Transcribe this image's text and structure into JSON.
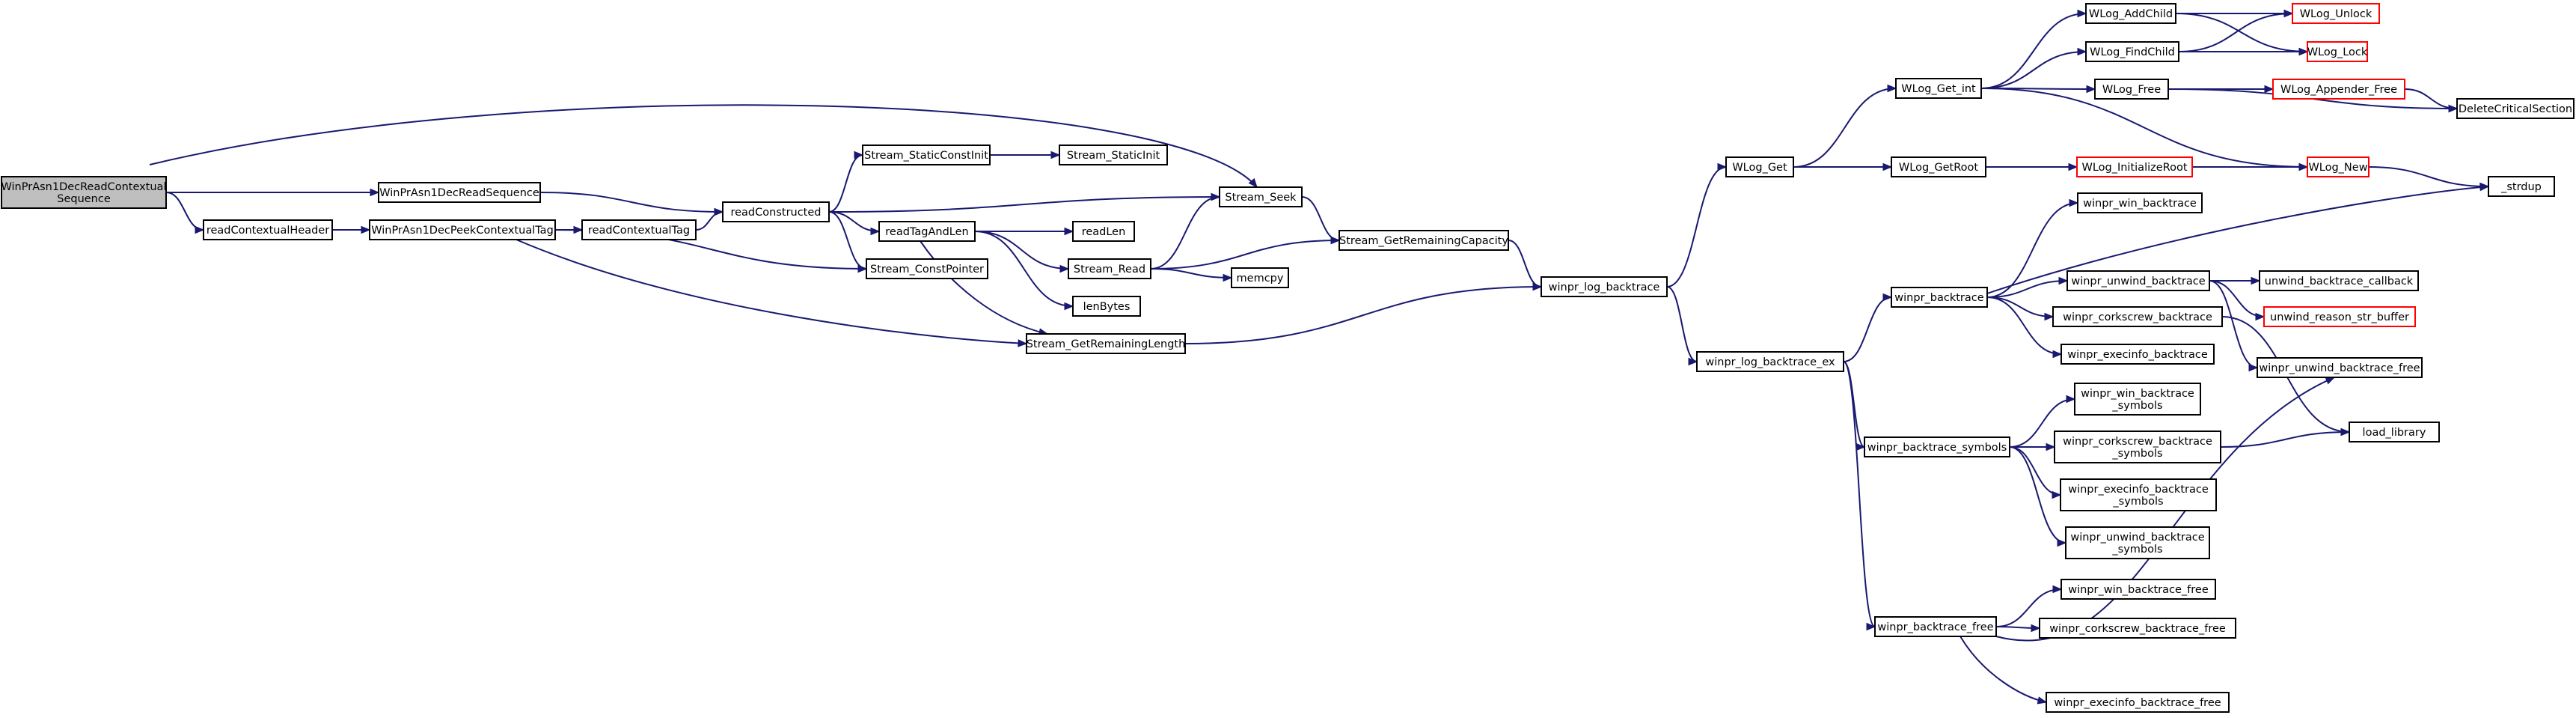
{
  "colors": {
    "edge": "#191970",
    "node_border": "#000000",
    "node_fill": "#ffffff",
    "root_fill": "#bfbfbf",
    "truncated_border": "#ff0000"
  },
  "nodes": [
    {
      "id": "root",
      "lines": [
        "WinPrAsn1DecReadContextual",
        "Sequence"
      ],
      "style": "root"
    },
    {
      "id": "readSeq",
      "lines": [
        "WinPrAsn1DecReadSequence"
      ]
    },
    {
      "id": "readCtxHdr",
      "lines": [
        "readContextualHeader"
      ]
    },
    {
      "id": "peekCtxTag",
      "lines": [
        "WinPrAsn1DecPeekContextualTag"
      ]
    },
    {
      "id": "readCtxTag",
      "lines": [
        "readContextualTag"
      ]
    },
    {
      "id": "readConstructed",
      "lines": [
        "readConstructed"
      ]
    },
    {
      "id": "staticConstInit",
      "lines": [
        "Stream_StaticConstInit"
      ]
    },
    {
      "id": "staticInit",
      "lines": [
        "Stream_StaticInit"
      ]
    },
    {
      "id": "readTagAndLen",
      "lines": [
        "readTagAndLen"
      ]
    },
    {
      "id": "readLen",
      "lines": [
        "readLen"
      ]
    },
    {
      "id": "streamRead",
      "lines": [
        "Stream_Read"
      ]
    },
    {
      "id": "memcpy",
      "lines": [
        "memcpy"
      ]
    },
    {
      "id": "lenBytes",
      "lines": [
        "lenBytes"
      ]
    },
    {
      "id": "constPointer",
      "lines": [
        "Stream_ConstPointer"
      ]
    },
    {
      "id": "remLength",
      "lines": [
        "Stream_GetRemainingLength"
      ]
    },
    {
      "id": "seek",
      "lines": [
        "Stream_Seek"
      ]
    },
    {
      "id": "remCapacity",
      "lines": [
        "Stream_GetRemainingCapacity"
      ]
    },
    {
      "id": "logBacktrace",
      "lines": [
        "winpr_log_backtrace"
      ]
    },
    {
      "id": "logBacktraceEx",
      "lines": [
        "winpr_log_backtrace_ex"
      ]
    },
    {
      "id": "wlogGet",
      "lines": [
        "WLog_Get"
      ]
    },
    {
      "id": "wlogGetInt",
      "lines": [
        "WLog_Get_int"
      ]
    },
    {
      "id": "wlogGetRoot",
      "lines": [
        "WLog_GetRoot"
      ]
    },
    {
      "id": "wlogInitRoot",
      "lines": [
        "WLog_InitializeRoot"
      ],
      "style": "truncated"
    },
    {
      "id": "wlogAddChild",
      "lines": [
        "WLog_AddChild"
      ]
    },
    {
      "id": "wlogFindChild",
      "lines": [
        "WLog_FindChild"
      ]
    },
    {
      "id": "wlogFree",
      "lines": [
        "WLog_Free"
      ]
    },
    {
      "id": "wlogUnlock",
      "lines": [
        "WLog_Unlock"
      ],
      "style": "truncated"
    },
    {
      "id": "wlogLock",
      "lines": [
        "WLog_Lock"
      ],
      "style": "truncated"
    },
    {
      "id": "wlogAppenderFree",
      "lines": [
        "WLog_Appender_Free"
      ],
      "style": "truncated"
    },
    {
      "id": "deleteCS",
      "lines": [
        "DeleteCriticalSection"
      ]
    },
    {
      "id": "wlogNew",
      "lines": [
        "WLog_New"
      ],
      "style": "truncated"
    },
    {
      "id": "strdup",
      "lines": [
        "_strdup"
      ]
    },
    {
      "id": "backtrace",
      "lines": [
        "winpr_backtrace"
      ]
    },
    {
      "id": "winBacktrace",
      "lines": [
        "winpr_win_backtrace"
      ]
    },
    {
      "id": "unwindBacktrace",
      "lines": [
        "winpr_unwind_backtrace"
      ]
    },
    {
      "id": "unwindCallback",
      "lines": [
        "unwind_backtrace_callback"
      ]
    },
    {
      "id": "unwindReasonStr",
      "lines": [
        "unwind_reason_str_buffer"
      ],
      "style": "truncated"
    },
    {
      "id": "corkscrewBacktrace",
      "lines": [
        "winpr_corkscrew_backtrace"
      ]
    },
    {
      "id": "execinfoBacktrace",
      "lines": [
        "winpr_execinfo_backtrace"
      ]
    },
    {
      "id": "unwindBacktraceFree",
      "lines": [
        "winpr_unwind_backtrace_free"
      ]
    },
    {
      "id": "loadLibrary",
      "lines": [
        "load_library"
      ]
    },
    {
      "id": "backtraceSymbols",
      "lines": [
        "winpr_backtrace_symbols"
      ]
    },
    {
      "id": "winBacktraceSymbols",
      "lines": [
        "winpr_win_backtrace",
        "_symbols"
      ]
    },
    {
      "id": "corkscrewSymbols",
      "lines": [
        "winpr_corkscrew_backtrace",
        "_symbols"
      ]
    },
    {
      "id": "execinfoSymbols",
      "lines": [
        "winpr_execinfo_backtrace",
        "_symbols"
      ]
    },
    {
      "id": "unwindSymbols",
      "lines": [
        "winpr_unwind_backtrace",
        "_symbols"
      ]
    },
    {
      "id": "backtraceFree",
      "lines": [
        "winpr_backtrace_free"
      ]
    },
    {
      "id": "winBacktraceFree",
      "lines": [
        "winpr_win_backtrace_free"
      ]
    },
    {
      "id": "corkscrewFree",
      "lines": [
        "winpr_corkscrew_backtrace_free"
      ]
    },
    {
      "id": "execinfoFree",
      "lines": [
        "winpr_execinfo_backtrace_free"
      ]
    }
  ],
  "edges": [
    [
      "root",
      "seek"
    ],
    [
      "root",
      "readSeq"
    ],
    [
      "root",
      "readCtxHdr"
    ],
    [
      "readSeq",
      "readConstructed"
    ],
    [
      "readCtxHdr",
      "peekCtxTag"
    ],
    [
      "peekCtxTag",
      "readCtxTag"
    ],
    [
      "peekCtxTag",
      "constPointer"
    ],
    [
      "peekCtxTag",
      "remLength"
    ],
    [
      "readCtxTag",
      "readConstructed"
    ],
    [
      "readConstructed",
      "staticConstInit"
    ],
    [
      "readConstructed",
      "seek"
    ],
    [
      "readConstructed",
      "readTagAndLen"
    ],
    [
      "readConstructed",
      "constPointer"
    ],
    [
      "staticConstInit",
      "staticInit"
    ],
    [
      "readTagAndLen",
      "readLen"
    ],
    [
      "readTagAndLen",
      "streamRead"
    ],
    [
      "readTagAndLen",
      "lenBytes"
    ],
    [
      "readTagAndLen",
      "remLength"
    ],
    [
      "streamRead",
      "seek"
    ],
    [
      "streamRead",
      "remCapacity"
    ],
    [
      "streamRead",
      "memcpy"
    ],
    [
      "seek",
      "remCapacity"
    ],
    [
      "remCapacity",
      "logBacktrace"
    ],
    [
      "remLength",
      "logBacktrace"
    ],
    [
      "logBacktrace",
      "wlogGet"
    ],
    [
      "logBacktrace",
      "logBacktraceEx"
    ],
    [
      "wlogGet",
      "wlogGetInt"
    ],
    [
      "wlogGet",
      "wlogGetRoot"
    ],
    [
      "wlogGetInt",
      "wlogAddChild"
    ],
    [
      "wlogGetInt",
      "wlogFindChild"
    ],
    [
      "wlogGetInt",
      "wlogFree"
    ],
    [
      "wlogGetInt",
      "wlogNew"
    ],
    [
      "wlogAddChild",
      "wlogUnlock"
    ],
    [
      "wlogAddChild",
      "wlogLock"
    ],
    [
      "wlogFindChild",
      "wlogUnlock"
    ],
    [
      "wlogFindChild",
      "wlogLock"
    ],
    [
      "wlogFree",
      "wlogAppenderFree"
    ],
    [
      "wlogFree",
      "deleteCS"
    ],
    [
      "wlogAppenderFree",
      "deleteCS"
    ],
    [
      "wlogGetRoot",
      "wlogInitRoot"
    ],
    [
      "wlogInitRoot",
      "wlogNew"
    ],
    [
      "wlogNew",
      "strdup"
    ],
    [
      "logBacktraceEx",
      "backtrace"
    ],
    [
      "logBacktraceEx",
      "backtraceSymbols"
    ],
    [
      "logBacktraceEx",
      "backtraceFree"
    ],
    [
      "backtrace",
      "winBacktrace"
    ],
    [
      "backtrace",
      "strdup"
    ],
    [
      "backtrace",
      "unwindBacktrace"
    ],
    [
      "backtrace",
      "corkscrewBacktrace"
    ],
    [
      "backtrace",
      "execinfoBacktrace"
    ],
    [
      "unwindBacktrace",
      "unwindCallback"
    ],
    [
      "unwindBacktrace",
      "unwindReasonStr"
    ],
    [
      "unwindBacktrace",
      "unwindBacktraceFree"
    ],
    [
      "corkscrewBacktrace",
      "loadLibrary"
    ],
    [
      "backtraceSymbols",
      "winBacktraceSymbols"
    ],
    [
      "backtraceSymbols",
      "corkscrewSymbols"
    ],
    [
      "backtraceSymbols",
      "execinfoSymbols"
    ],
    [
      "backtraceSymbols",
      "unwindSymbols"
    ],
    [
      "corkscrewSymbols",
      "loadLibrary"
    ],
    [
      "backtraceFree",
      "winBacktraceFree"
    ],
    [
      "backtraceFree",
      "corkscrewFree"
    ],
    [
      "backtraceFree",
      "execinfoFree"
    ],
    [
      "backtraceFree",
      "unwindBacktraceFree"
    ]
  ]
}
